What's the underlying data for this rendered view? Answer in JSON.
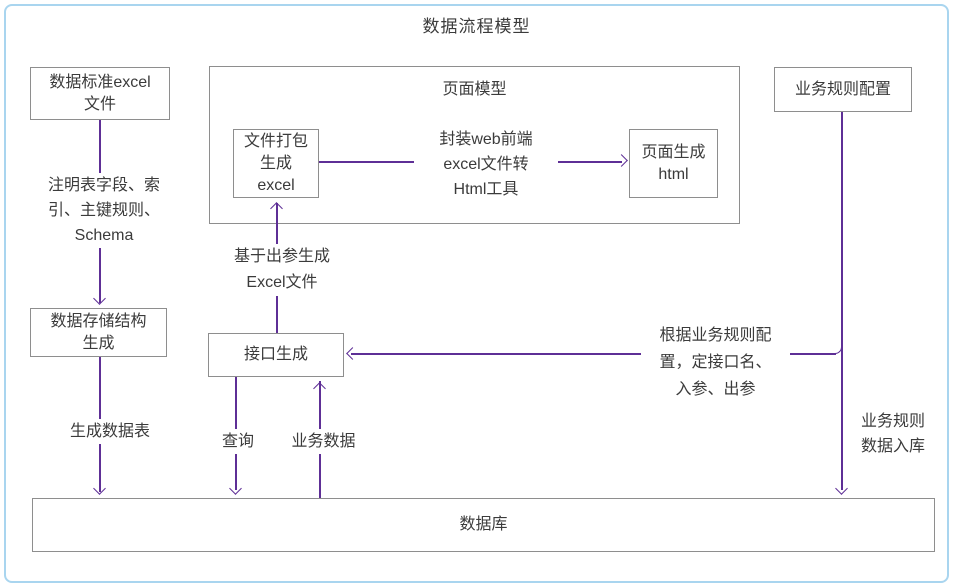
{
  "title": "数据流程模型",
  "colors": {
    "accent": "#5e2f96",
    "box-border": "#8e8e8e",
    "text": "#3b3b3b",
    "frame": "#a9d5ef"
  },
  "nodes": {
    "data_standard_excel": "数据标准excel\n文件",
    "page_model_title": "页面模型",
    "file_package_excel": "文件打包\n生成\nexcel",
    "page_generate_html": "页面生成\nhtml",
    "business_rule_config": "业务规则配置",
    "data_storage_gen": "数据存储结构\n生成",
    "api_generate": "接口生成",
    "database": "数据库"
  },
  "labels": {
    "annotate_schema": "注明表字段、索\n引、主键规则、\nSchema",
    "wrap_web_tool": "封装web前端\nexcel文件转\nHtml工具",
    "based_on_output": "基于出参生成\nExcel文件",
    "rule_define_api": "根据业务规则配\n置，定接口名、\n入参、出参",
    "generate_table": "生成数据表",
    "query": "查询",
    "business_data": "业务数据",
    "rule_into_db": "业务规则\n数据入库"
  }
}
